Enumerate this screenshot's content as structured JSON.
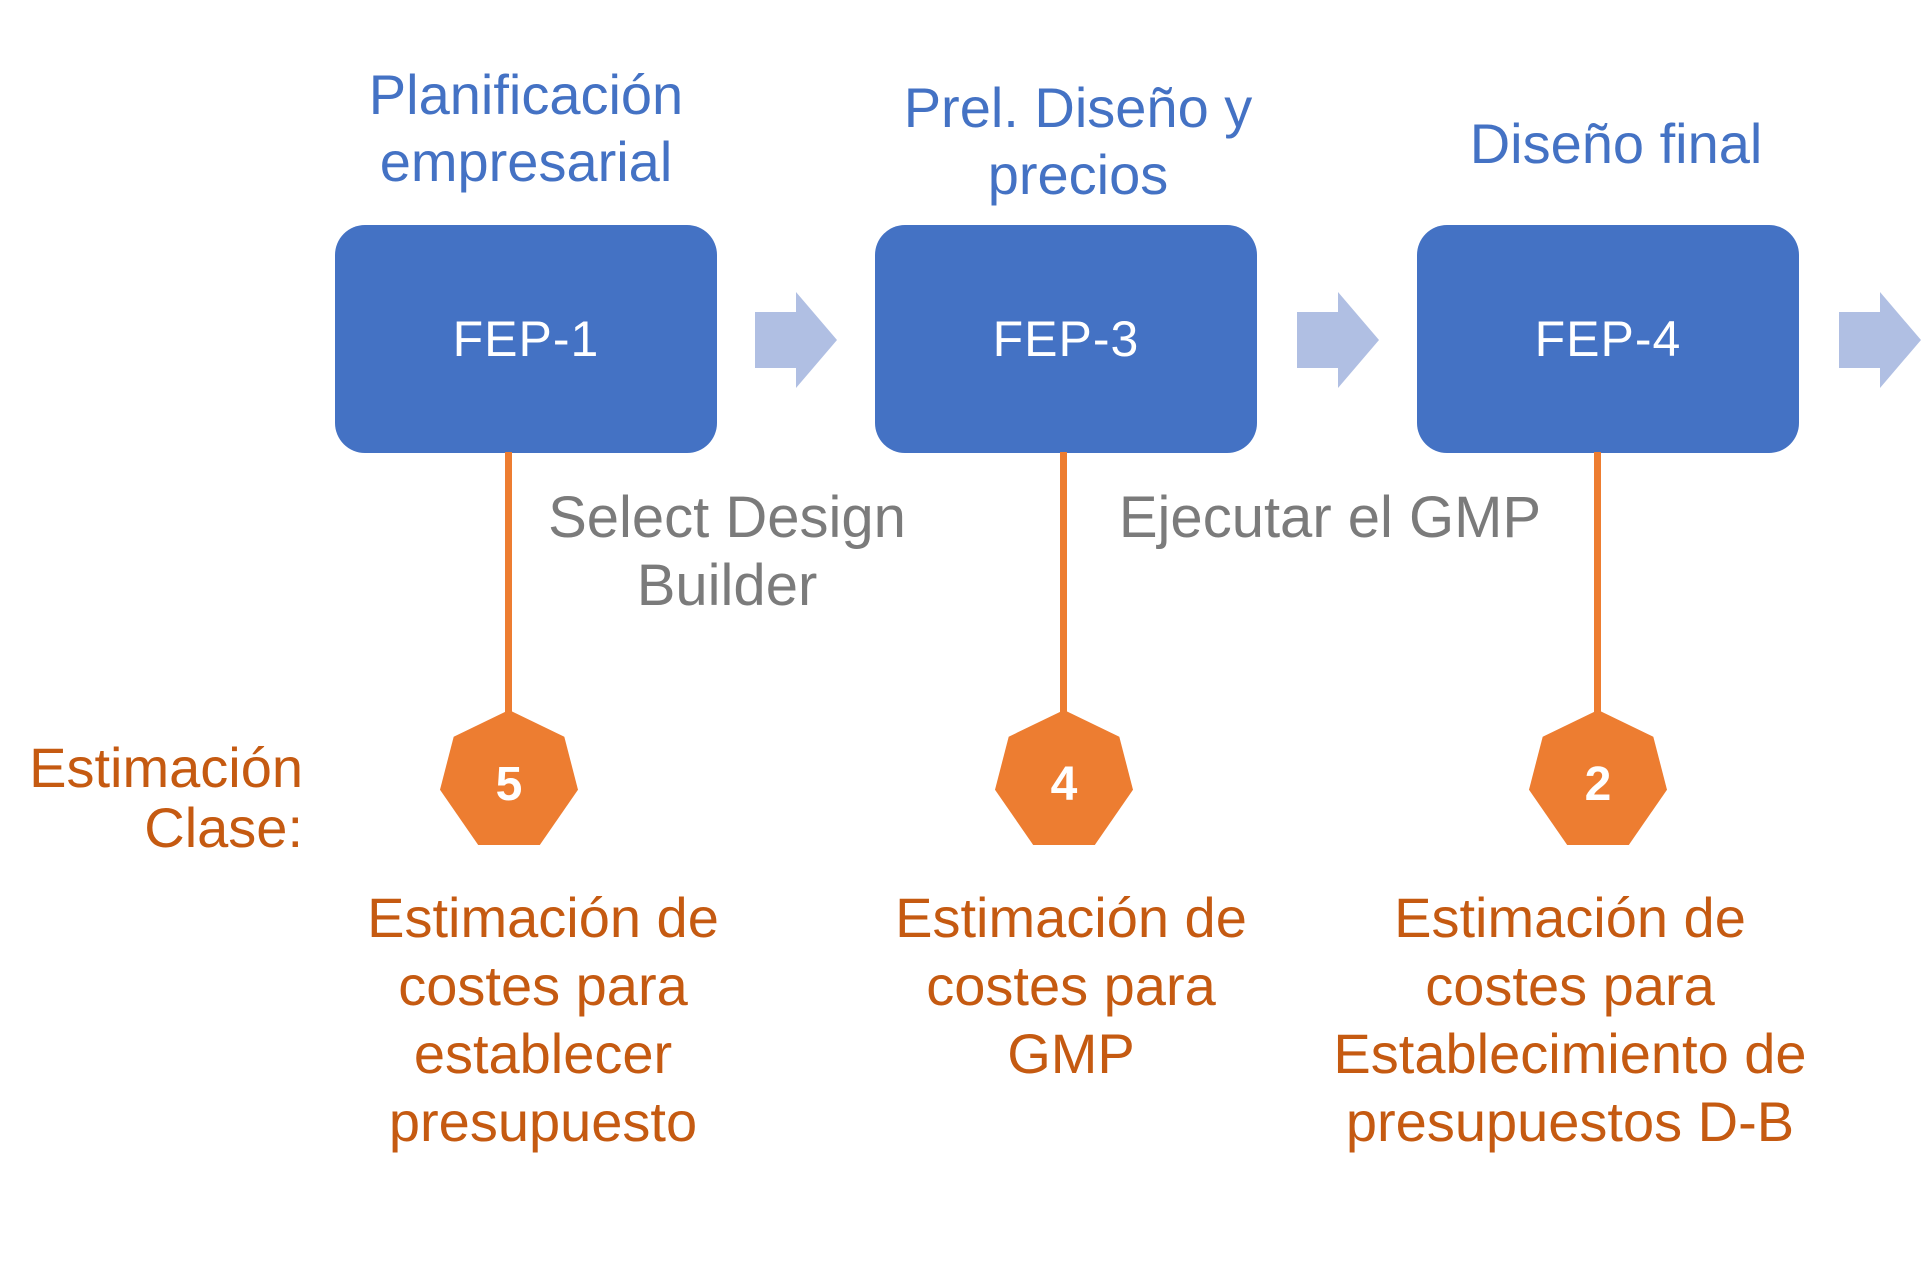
{
  "colors": {
    "blue": "#4472C4",
    "arrow-blue": "#B0BFE3",
    "orange": "#ED7D31",
    "dark-orange": "#C55A11",
    "gray": "#7B7B7B",
    "white": "#FFFFFF"
  },
  "class_label": {
    "line1": "Estimación",
    "line2": "Clase:"
  },
  "milestones": [
    {
      "line1": "Select Design",
      "line2": "Builder"
    },
    {
      "line1": "Ejecutar el GMP",
      "line2": ""
    }
  ],
  "stages": [
    {
      "header_lines": [
        "Planificación",
        "empresarial"
      ],
      "box_label": "FEP-1",
      "class_number": "5",
      "estimate_lines": [
        "Estimación de",
        "costes para",
        "establecer",
        "presupuesto"
      ]
    },
    {
      "header_lines": [
        "Prel. Diseño y",
        "precios"
      ],
      "box_label": "FEP-3",
      "class_number": "4",
      "estimate_lines": [
        "Estimación de",
        "costes para",
        "GMP"
      ]
    },
    {
      "header_lines": [
        "Diseño final"
      ],
      "box_label": "FEP-4",
      "class_number": "2",
      "estimate_lines": [
        "Estimación de",
        "costes para",
        "Establecimiento de",
        "presupuestos D-B"
      ]
    }
  ]
}
